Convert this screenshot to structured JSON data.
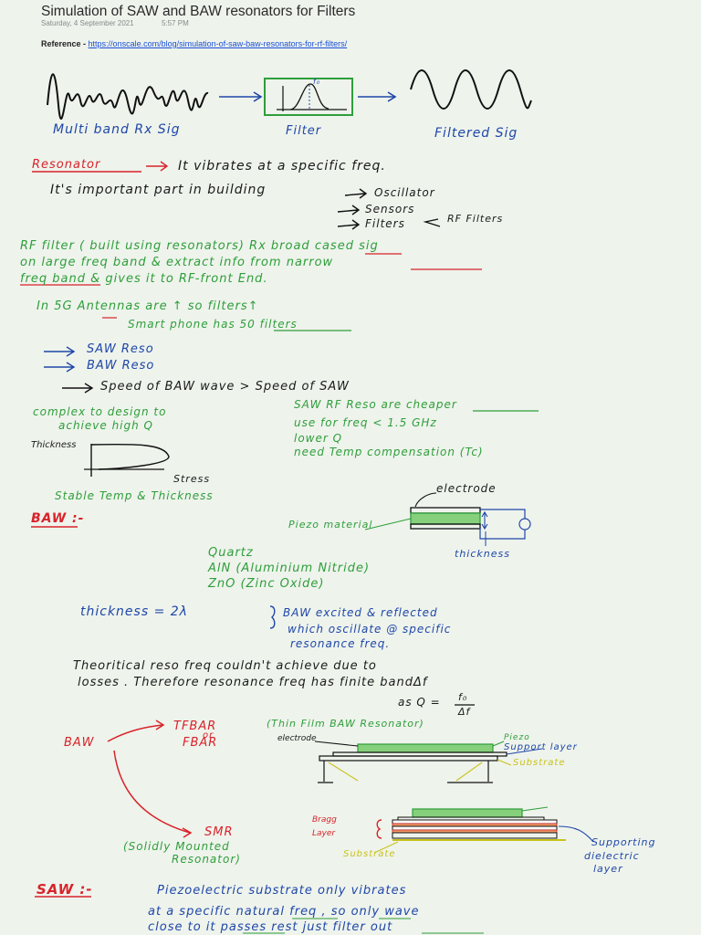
{
  "header": {
    "title": "Simulation of SAW and BAW resonators for Filters",
    "date": "Saturday, 4 September 2021",
    "time": "5:57 PM",
    "reference_label": "Reference -",
    "reference_link": "https://onscale.com/blog/simulation-of-saw-baw-resonators-for-rf-filters/"
  },
  "notes": {
    "signal_labels": [
      "Multi band Rx Sig",
      "Filter",
      "Filtered Sig"
    ],
    "filter_marker": "f₀",
    "resonator_label": "Resonator",
    "resonator_def": "It vibrates at a specific freq.",
    "important_part": "It's important part in building",
    "oscillator": "Oscillator",
    "sensors": "Sensors",
    "filters": "Filters",
    "rf_filters": "RF Filters",
    "rf_line1": "RF filter ( built using resonators) Rx broad cased sig",
    "rf_line2": "on large freq band & extract info from narrow",
    "rf_line3": "freq band & gives it to RF-front End.",
    "in5g": "In 5G Antennas are ↑ so filters↑",
    "smartphone": "Smart phone has 50 filters",
    "saw_reso": "SAW Reso",
    "baw_reso": "BAW Reso",
    "speed_compare": "Speed of BAW wave  >  Speed of SAW",
    "complex": "complex to design to",
    "achieve": "achieve high Q",
    "saw_cheaper": "SAW RF Reso are cheaper",
    "use_freq": "use for freq  < 1.5 GHz",
    "lower_q": "lower Q",
    "need_tc": "need Temp compensation (Tc)",
    "thickness_axis": "Thickness",
    "stress_axis": "Stress",
    "stable": "Stable   Temp & Thickness",
    "baw_heading": "BAW :-",
    "electrode": "electrode",
    "piezo_material": "Piezo material",
    "thickness": "thickness",
    "quartz": "Quartz",
    "aln": "AlN   (Aluminium Nitride)",
    "zno": "ZnO   (Zinc Oxide)",
    "thickness_eq": "thickness   =   2λ",
    "baw_excited1": "BAW excited & reflected",
    "baw_excited2": "which oscillate @ specific",
    "baw_excited3": "resonance freq.",
    "theoretical1": "Theoritical reso freq couldn't achieve  due to",
    "theoretical2": "losses . Therefore  resonance freq  has finite bandΔf",
    "q_formula_prefix": "as  Q =",
    "q_num": "f₀",
    "q_den": "Δf",
    "baw_branch": "BAW",
    "tfbar": "TFBAR",
    "or": "or",
    "fbar": "FBAR",
    "tfbar_full": "(Thin Film BAW Resonator)",
    "electrode2": "electrode",
    "piezo2": "Piezo",
    "support_layer": "Support layer",
    "substrate1": "Substrate",
    "smr": "SMR",
    "smr_full1": "(Solidly  Mounted",
    "smr_full2": "Resonator)",
    "bragg1": "Bragg",
    "bragg2": "Layer",
    "substrate2": "Substrate",
    "supporting1": "Supporting",
    "supporting2": "dielectric",
    "supporting3": "layer",
    "saw_heading": "SAW  :-",
    "saw_line1": "Piezoelectric   substrate   only  vibrates",
    "saw_line2": "at a specific natural freq , so only wave",
    "saw_line3": "close to   it passes  rest just filter out"
  },
  "colors": {
    "background": "#eef3ec",
    "ink_black": "#1b1b1b",
    "ink_blue": "#1f47a8",
    "ink_green": "#2f9e3a",
    "ink_red": "#d8232a",
    "ink_yellow": "#c9c21a",
    "link": "#1a4fd8"
  }
}
